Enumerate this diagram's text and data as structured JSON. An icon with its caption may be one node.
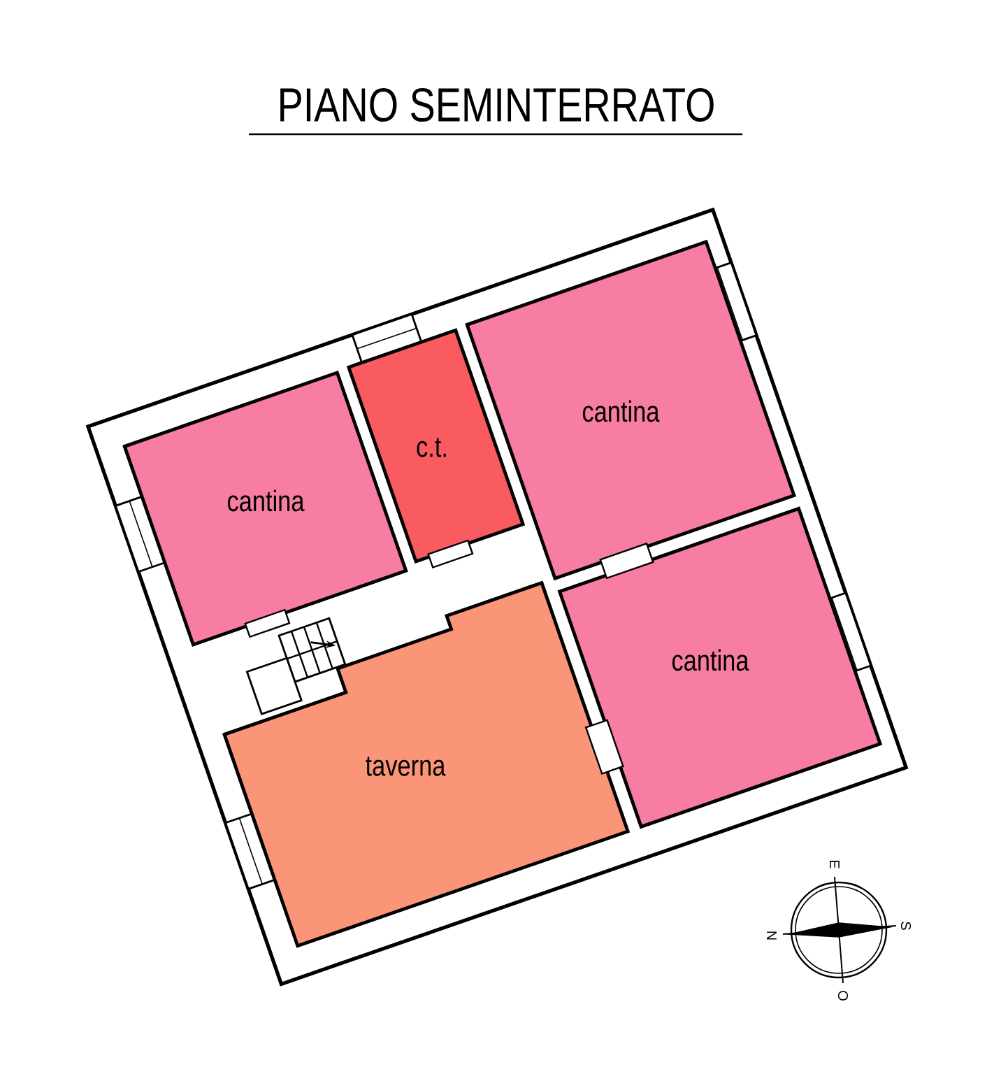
{
  "diagram": {
    "title": "PIANO SEMINTERRATO",
    "nodes": [
      {
        "text": [
          "cantina"
        ]
      },
      {
        "text": [
          "c.t."
        ]
      },
      {
        "text": [
          "cantina"
        ]
      },
      {
        "text": [
          "cantina"
        ]
      },
      {
        "text": [
          "taverna"
        ]
      }
    ],
    "labels": [
      "E",
      "N",
      "S",
      "O"
    ]
  }
}
